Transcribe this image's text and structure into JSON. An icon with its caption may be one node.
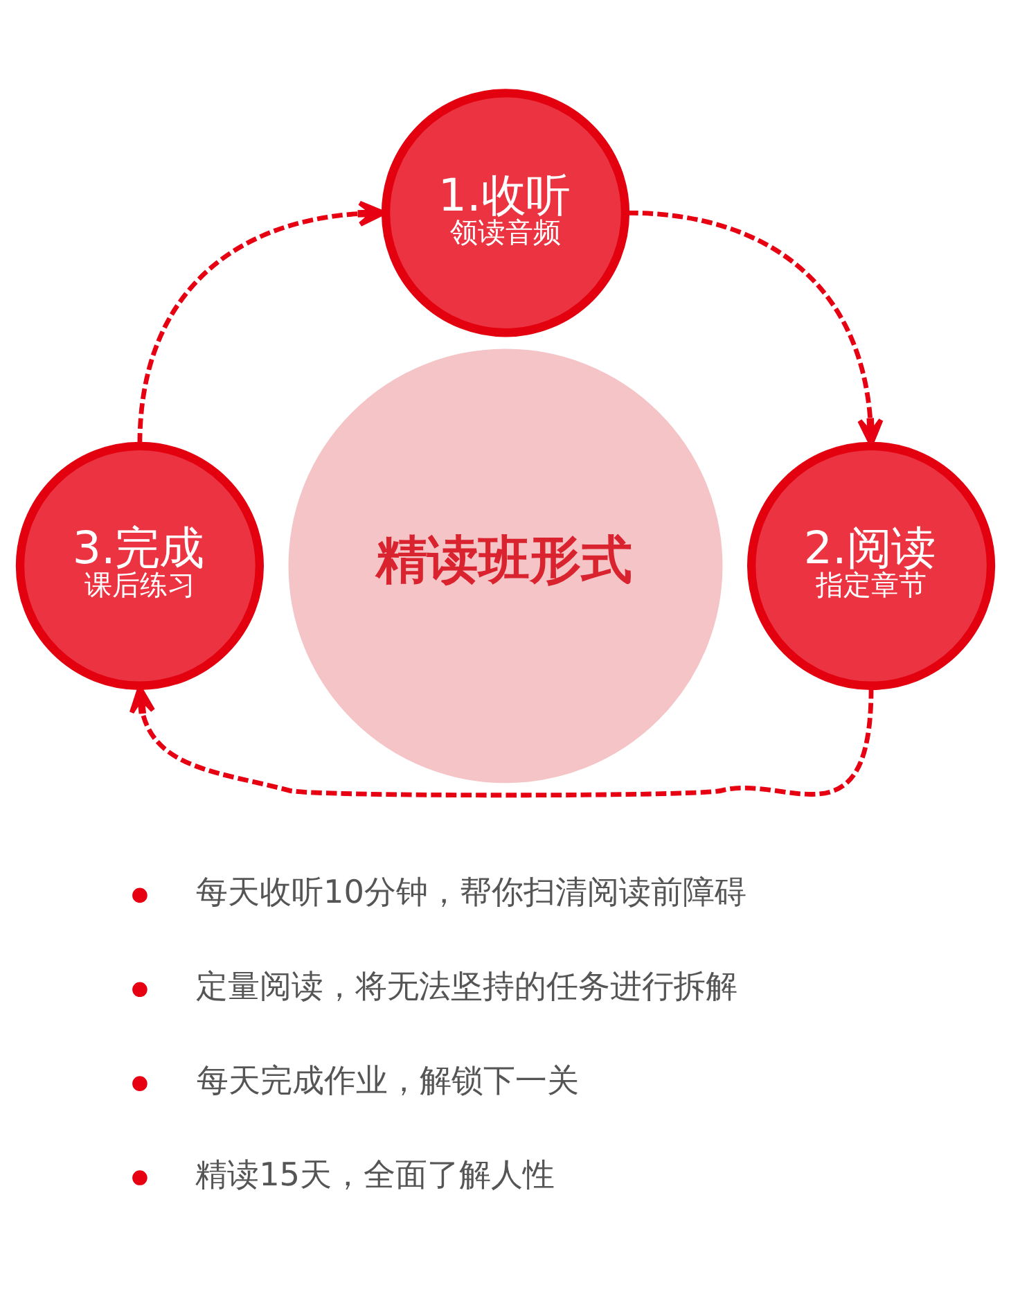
{
  "diagram": {
    "nodes": [
      {
        "text": [
          "精读班形式"
        ]
      },
      {
        "text": [
          "1.收听",
          "领读音频"
        ]
      },
      {
        "text": [
          "2.阅读",
          "指定章节"
        ]
      },
      {
        "text": [
          "3.完成",
          "课后练习"
        ]
      }
    ],
    "edges": [
      {
        "from": 1,
        "to": 2,
        "arrow": "to",
        "style": "dashed"
      },
      {
        "from": 2,
        "to": 3,
        "arrow": "to",
        "style": "dashed"
      },
      {
        "from": 3,
        "to": 1,
        "arrow": "to",
        "style": "dashed"
      }
    ],
    "labels": [
      "每天收听10分钟，帮你扫清阅读前障碍",
      "定量阅读，将无法坚持的任务进行拆解",
      "每天完成作业，解锁下一关",
      "精读15天，全面了解人性"
    ]
  }
}
